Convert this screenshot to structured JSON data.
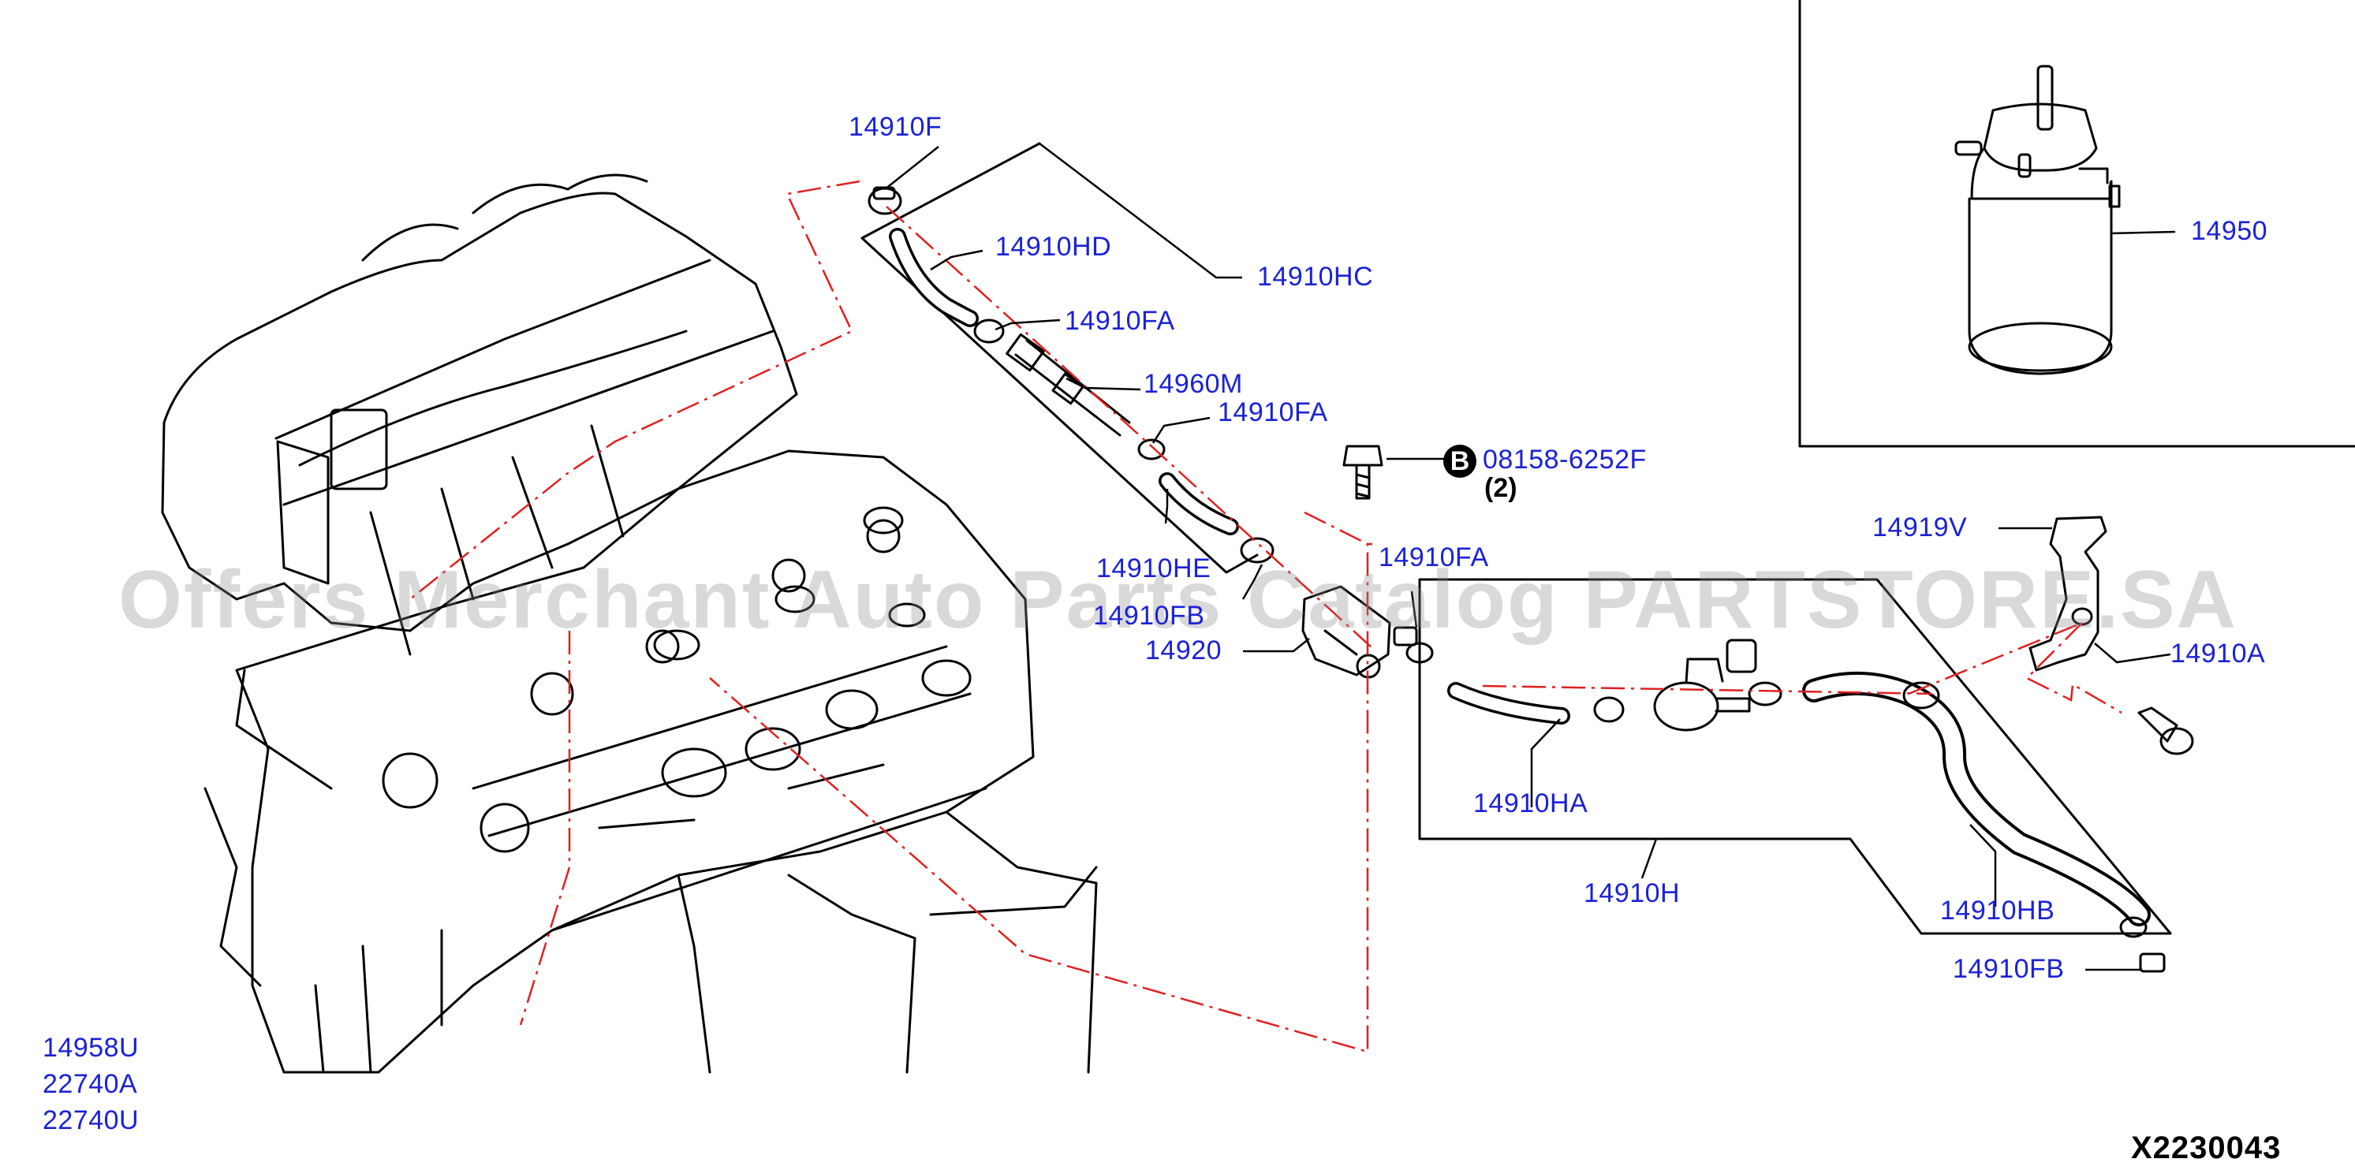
{
  "diagram": {
    "part_labels": {
      "p14910F": "14910F",
      "p14910HD": "14910HD",
      "p14910HC": "14910HC",
      "p14910FA_1": "14910FA",
      "p14960M": "14960M",
      "p14910FA_2": "14910FA",
      "p14910HE": "14910HE",
      "p14910FB_1": "14910FB",
      "p14920": "14920",
      "p14910FA_3": "14910FA",
      "p08158": "08158-6252F",
      "p14950": "14950",
      "p14919V": "14919V",
      "p14910A": "14910A",
      "p14910HA": "14910HA",
      "p14910H": "14910H",
      "p14910HB": "14910HB",
      "p14910FB_2": "14910FB",
      "p14958U": "14958U",
      "p22740A": "22740A",
      "p22740U": "22740U"
    },
    "bolt_callout": {
      "symbol": "B",
      "quantity": "(2)"
    },
    "diagram_code": "X2230043",
    "watermark": "Offers Merchant Auto Parts Catalog PARTSTORE.SA",
    "colors": {
      "label": "#1a22d6",
      "dash": "#e02020",
      "line": "#000000",
      "watermark": "#8c8c8c"
    }
  }
}
